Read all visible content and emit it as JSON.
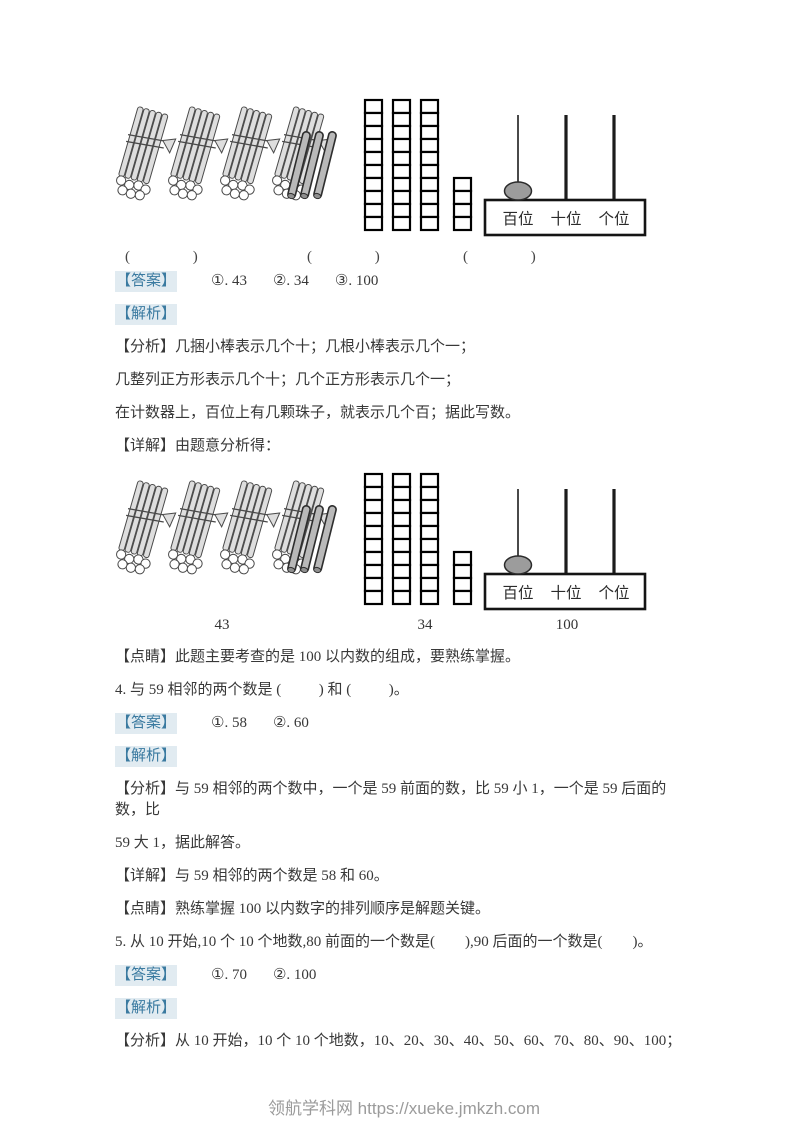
{
  "tags": {
    "answer": "【答案】",
    "jiexi": "【解析】"
  },
  "figure": {
    "bundles": 4,
    "sticks_per_bundle": 10,
    "singles": 3,
    "full_columns": 3,
    "cells_per_column": 10,
    "partial_cells": 4,
    "abacus_labels": [
      "百位",
      "十位",
      "个位"
    ],
    "beads_on_hundreds": 1
  },
  "q3": {
    "blanks": [
      "(             )",
      "(             )",
      "(             )"
    ],
    "answers": [
      "①. 43",
      "②. 34",
      "③. 100"
    ],
    "analysis": [
      "【分析】几捆小棒表示几个十；几根小棒表示几个一；",
      "几整列正方形表示几个十；几个正方形表示几个一；",
      "在计数器上，百位上有几颗珠子，就表示几个百；据此写数。"
    ],
    "detail": "【详解】由题意分析得：",
    "figure_labels": [
      "43",
      "34",
      "100"
    ],
    "summary": "【点睛】此题主要考查的是 100 以内数的组成，要熟练掌握。"
  },
  "q4": {
    "question": "4. 与 59 相邻的两个数是 (          ) 和 (          )。",
    "answers": [
      "①. 58",
      "②. 60"
    ],
    "analysis": [
      "【分析】与 59 相邻的两个数中，一个是 59 前面的数，比 59 小 1，一个是 59 后面的数，比",
      "59 大 1，据此解答。"
    ],
    "detail": "【详解】与 59 相邻的两个数是 58 和 60。",
    "summary": "【点睛】熟练掌握 100 以内数字的排列顺序是解题关键。"
  },
  "q5": {
    "question": "5. 从 10 开始,10 个 10 个地数,80 前面的一个数是(        ),90 后面的一个数是(        )。",
    "answers": [
      "①. 70",
      "②. 100"
    ],
    "analysis": [
      "【分析】从 10 开始，10 个 10 个地数，10、20、30、40、50、60、70、80、90、100；"
    ]
  },
  "footer": {
    "text": "领航学科网 https://xueke.jmkzh.com"
  },
  "colors": {
    "tag_blue": "#3a7aa0",
    "tag_bg": "#e1ebf1",
    "body_text": "#383838",
    "footer_gray": "#9b9b9b"
  }
}
